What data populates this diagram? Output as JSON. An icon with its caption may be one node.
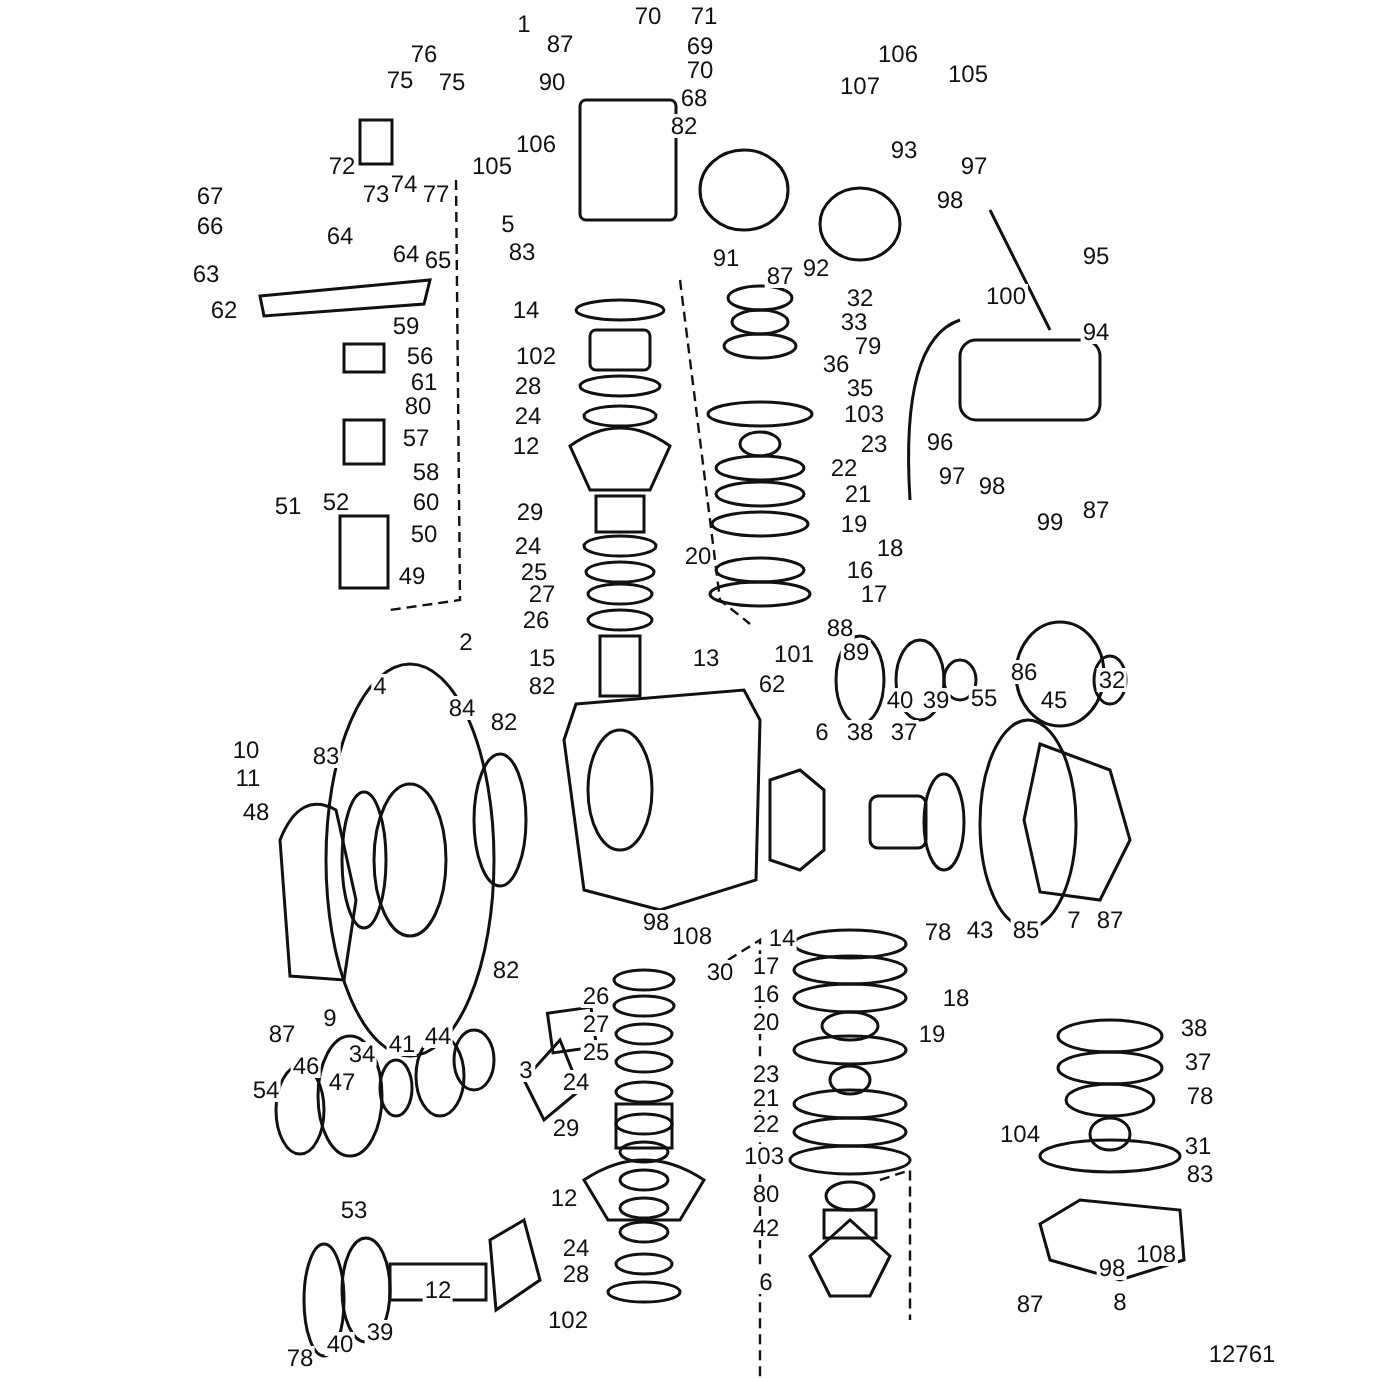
{
  "diagram": {
    "labels": [
      "1",
      "70",
      "71",
      "87",
      "69",
      "76",
      "70",
      "75",
      "75",
      "90",
      "106",
      "105",
      "107",
      "68",
      "82",
      "106",
      "93",
      "72",
      "105",
      "97",
      "74",
      "73",
      "77",
      "67",
      "98",
      "5",
      "66",
      "64",
      "83",
      "64",
      "95",
      "91",
      "65",
      "92",
      "63",
      "87",
      "100",
      "32",
      "14",
      "62",
      "33",
      "59",
      "94",
      "79",
      "56",
      "102",
      "36",
      "61",
      "28",
      "35",
      "80",
      "103",
      "24",
      "57",
      "96",
      "12",
      "23",
      "22",
      "58",
      "97",
      "98",
      "21",
      "60",
      "52",
      "51",
      "87",
      "29",
      "99",
      "19",
      "50",
      "24",
      "18",
      "20",
      "16",
      "25",
      "49",
      "27",
      "17",
      "26",
      "88",
      "2",
      "89",
      "101",
      "15",
      "13",
      "86",
      "32",
      "4",
      "82",
      "62",
      "40",
      "39",
      "55",
      "45",
      "84",
      "82",
      "6",
      "38",
      "37",
      "10",
      "83",
      "11",
      "48",
      "87",
      "7",
      "98",
      "85",
      "43",
      "78",
      "108",
      "14",
      "17",
      "82",
      "30",
      "16",
      "18",
      "26",
      "9",
      "20",
      "27",
      "38",
      "87",
      "19",
      "44",
      "41",
      "34",
      "25",
      "37",
      "46",
      "3",
      "23",
      "24",
      "47",
      "54",
      "78",
      "21",
      "22",
      "29",
      "104",
      "31",
      "103",
      "83",
      "80",
      "12",
      "53",
      "42",
      "24",
      "108",
      "98",
      "28",
      "6",
      "12",
      "87",
      "8",
      "102",
      "39",
      "40",
      "12761",
      "78"
    ]
  }
}
